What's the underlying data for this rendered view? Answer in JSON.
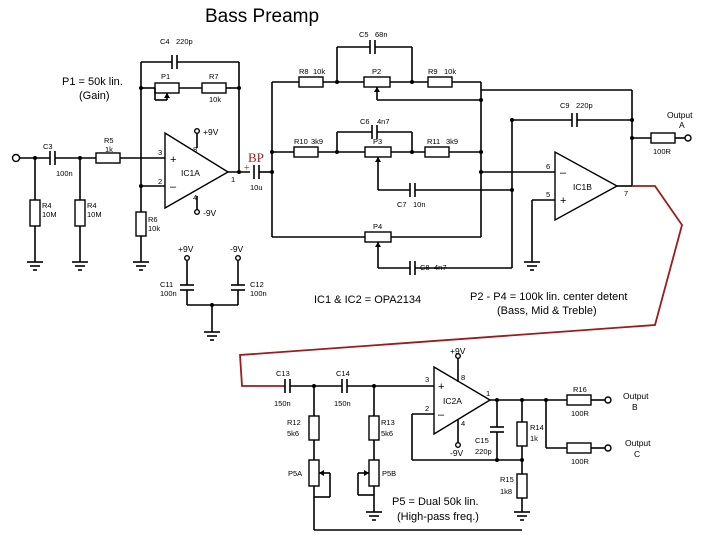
{
  "title": "Bass Preamp",
  "notes": {
    "p1": "P1 = 50k lin.",
    "p1_sub": "(Gain)",
    "ic": "IC1 & IC2 = OPA2134",
    "p2p4": "P2 - P4 = 100k lin. center detent",
    "p2p4_sub": "(Bass, Mid & Treble)",
    "p5": "P5 = Dual 50k lin.",
    "p5_sub": "(High-pass freq.)"
  },
  "bp_label": "BP",
  "opamps": [
    {
      "name": "IC1A",
      "pins": [
        "3",
        "2",
        "1",
        "8",
        "4"
      ],
      "supply_pos": "+9V",
      "supply_neg": "-9V"
    },
    {
      "name": "IC1B",
      "pins": [
        "6",
        "5",
        "7"
      ]
    },
    {
      "name": "IC2A",
      "pins": [
        "3",
        "2",
        "1",
        "8",
        "4"
      ],
      "supply_pos": "+9V",
      "supply_neg": "-9V"
    }
  ],
  "supply": {
    "pos": "+9V",
    "neg": "-9V"
  },
  "components": {
    "C3": [
      "C3",
      "100n"
    ],
    "R5": [
      "R5",
      "1k"
    ],
    "R4a": [
      "R4",
      "10M"
    ],
    "R4b": [
      "R4",
      "10M"
    ],
    "R6": [
      "R6",
      "10k"
    ],
    "C4": [
      "C4",
      "220p"
    ],
    "P1": [
      "P1"
    ],
    "R7": [
      "R7",
      "10k"
    ],
    "C10": [
      "10u"
    ],
    "C5": [
      "C5",
      "68n"
    ],
    "R8": [
      "R8",
      "10k"
    ],
    "P2": [
      "P2"
    ],
    "R9": [
      "R9",
      "10k"
    ],
    "C6": [
      "C6",
      "4n7"
    ],
    "R10": [
      "R10",
      "3k9"
    ],
    "P3": [
      "P3"
    ],
    "R11": [
      "R11",
      "3k9"
    ],
    "C7": [
      "C7",
      "10n"
    ],
    "P4": [
      "P4"
    ],
    "C8": [
      "C8",
      "4n7"
    ],
    "C9": [
      "C9",
      "220p"
    ],
    "C11": [
      "C11",
      "100n"
    ],
    "C12": [
      "C12",
      "100n"
    ],
    "C13": [
      "C13",
      "150n"
    ],
    "C14": [
      "C14",
      "150n"
    ],
    "R12": [
      "R12",
      "5k6"
    ],
    "R13": [
      "R13",
      "5k6"
    ],
    "P5A": [
      "P5A"
    ],
    "P5B": [
      "P5B"
    ],
    "C15": [
      "C15",
      "220p"
    ],
    "R14": [
      "R14",
      "1k"
    ],
    "R15": [
      "R15",
      "1k8"
    ],
    "R16": [
      "R16",
      "100R"
    ],
    "R17": [
      "100R"
    ],
    "RA": [
      "100R"
    ]
  },
  "outputs": {
    "a": [
      "Output",
      "A"
    ],
    "b": [
      "Output",
      "B"
    ],
    "c": [
      "Output",
      "C"
    ]
  }
}
